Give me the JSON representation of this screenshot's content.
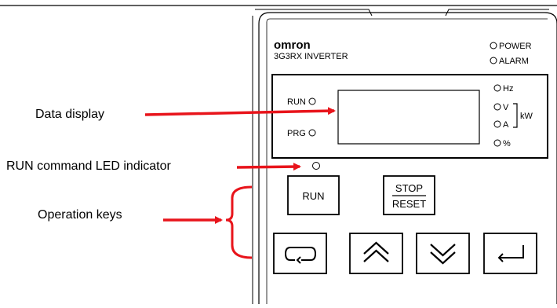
{
  "panel": {
    "brand": "omron",
    "model": "3G3RX  INVERTER",
    "status_leds": {
      "power": "POWER",
      "alarm": "ALARM"
    },
    "display": {
      "left_leds": {
        "run": "RUN",
        "prg": "PRG"
      },
      "unit_leds": {
        "hz": "Hz",
        "v": "V",
        "a": "A",
        "percent": "%"
      },
      "kw_label": "kW"
    },
    "keys": {
      "run": "RUN",
      "stop": "STOP",
      "reset": "RESET"
    }
  },
  "callouts": {
    "data_display": "Data display",
    "run_led": "RUN command LED indicator",
    "operation_keys": "Operation keys"
  },
  "colors": {
    "arrow": "#e8141b",
    "outline": "#000000",
    "background": "#ffffff"
  },
  "icons": {
    "mode_key": "cycle-icon",
    "up_key": "double-chevron-up-icon",
    "down_key": "double-chevron-down-icon",
    "enter_key": "enter-return-icon"
  }
}
